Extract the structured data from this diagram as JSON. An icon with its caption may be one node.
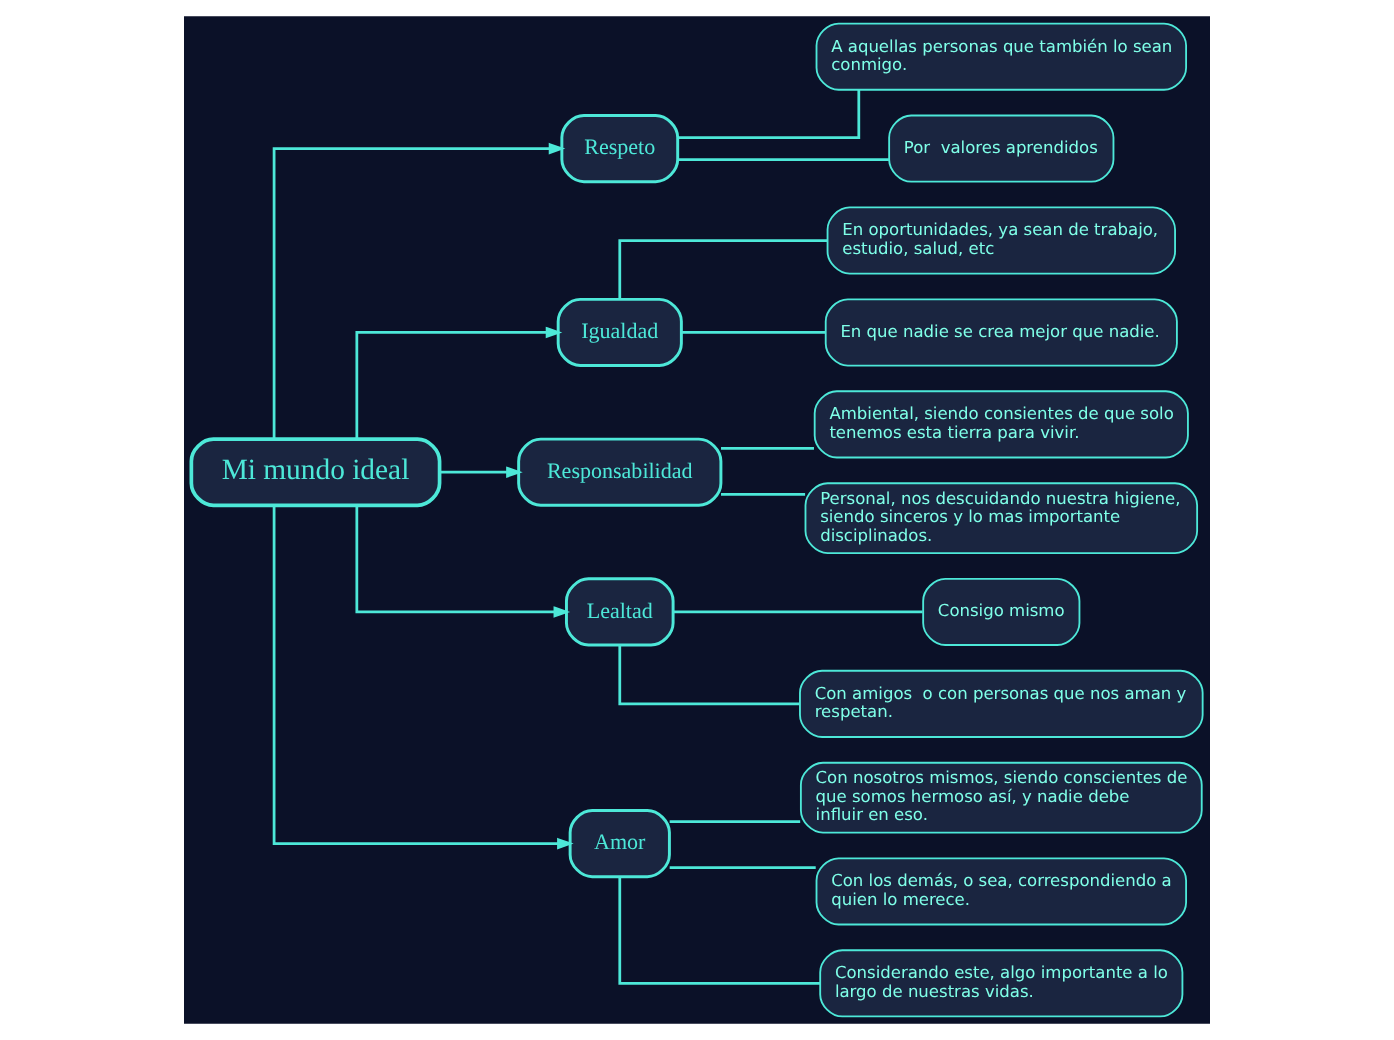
{
  "diagram": {
    "nodes": [
      {
        "text": [
          "Mi mundo ideal"
        ]
      },
      {
        "text": [
          "Respeto"
        ]
      },
      {
        "text": [
          "A aquellas personas que también lo sean conmigo."
        ]
      },
      {
        "text": [
          "Por  valores aprendidos"
        ]
      },
      {
        "text": [
          "Igualdad"
        ]
      },
      {
        "text": [
          "En oportunidades, ya sean de trabajo, estudio, salud, etc"
        ]
      },
      {
        "text": [
          "En que nadie se crea mejor que nadie."
        ]
      },
      {
        "text": [
          "Responsabilidad"
        ]
      },
      {
        "text": [
          "Ambiental, siendo consientes de que solo tenemos esta tierra para vivir."
        ]
      },
      {
        "text": [
          "Personal, nos descuidando nuestra higiene, siendo sinceros y lo mas importante disciplinados."
        ]
      },
      {
        "text": [
          "Lealtad"
        ]
      },
      {
        "text": [
          "Consigo mismo"
        ]
      },
      {
        "text": [
          "Con amigos  o con personas que nos aman y respetan."
        ]
      },
      {
        "text": [
          "Amor"
        ]
      },
      {
        "text": [
          "Con nosotros mismos, siendo conscientes de que somos hermoso así, y nadie debe influir en eso."
        ]
      },
      {
        "text": [
          "Con los demás, o sea, correspondiendo a quien lo merece."
        ]
      },
      {
        "text": [
          "Considerando este, algo importante a lo largo de nuestras vidas."
        ]
      }
    ],
    "edges": [
      {
        "from": 0,
        "to": 1,
        "arrow": "to"
      },
      {
        "from": 1,
        "to": 2,
        "arrow": "none"
      },
      {
        "from": 1,
        "to": 3,
        "arrow": "none"
      },
      {
        "from": 0,
        "to": 4,
        "arrow": "to"
      },
      {
        "from": 4,
        "to": 5,
        "arrow": "none"
      },
      {
        "from": 4,
        "to": 6,
        "arrow": "none"
      },
      {
        "from": 0,
        "to": 7,
        "arrow": "to"
      },
      {
        "from": 7,
        "to": 8,
        "arrow": "none"
      },
      {
        "from": 7,
        "to": 9,
        "arrow": "none"
      },
      {
        "from": 0,
        "to": 10,
        "arrow": "to"
      },
      {
        "from": 10,
        "to": 11,
        "arrow": "none"
      },
      {
        "from": 10,
        "to": 12,
        "arrow": "none"
      },
      {
        "from": 0,
        "to": 13,
        "arrow": "to"
      },
      {
        "from": 13,
        "to": 14,
        "arrow": "none"
      },
      {
        "from": 13,
        "to": 15,
        "arrow": "none"
      },
      {
        "from": 13,
        "to": 16,
        "arrow": "none"
      }
    ]
  }
}
